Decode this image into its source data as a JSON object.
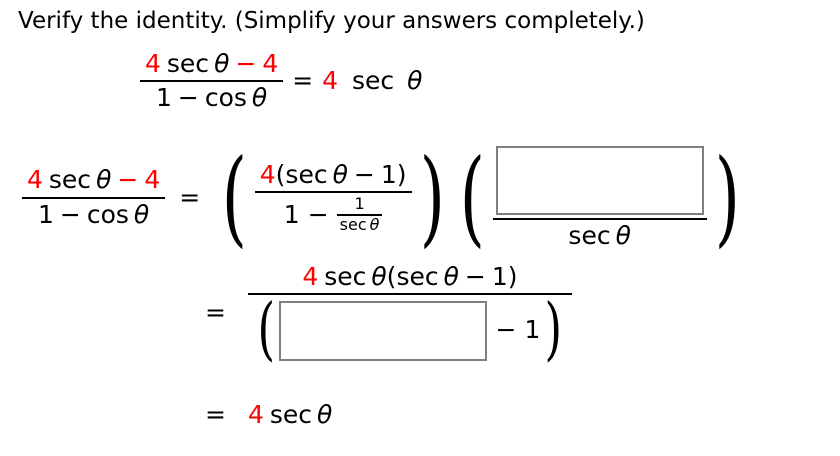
{
  "prompt": "Verify the identity. (Simplify your answers completely.)",
  "colors": {
    "highlight": "#ff0000",
    "text": "#000000",
    "input_border": "#808080",
    "background": "#ffffff"
  },
  "symbols": {
    "equals": "=",
    "minus": "−",
    "theta": "θ",
    "sec": "sec",
    "cos": "cos",
    "paren_open": "(",
    "paren_close": ")",
    "four": "4",
    "one": "1"
  },
  "line1": {
    "lhs": {
      "numerator": {
        "coef": "4",
        "func": "sec",
        "theta": "θ",
        "minus": "−",
        "term": "4"
      },
      "denominator": {
        "one": "1",
        "minus": "−",
        "func": "cos",
        "theta": "θ"
      }
    },
    "equals": "=",
    "rhs": {
      "coef": "4",
      "func": "sec",
      "theta": "θ"
    }
  },
  "line2": {
    "lhs": {
      "numerator": {
        "coef": "4",
        "func": "sec",
        "theta": "θ",
        "minus": "−",
        "term": "4"
      },
      "denominator": {
        "one": "1",
        "minus": "−",
        "func": "cos",
        "theta": "θ"
      }
    },
    "equals": "=",
    "factor1": {
      "paren_open": "(",
      "paren_close": ")",
      "numerator": {
        "coef": "4",
        "open": "(",
        "func": "sec",
        "theta": "θ",
        "minus": "−",
        "one": "1",
        "close": ")"
      },
      "denominator": {
        "one": "1",
        "minus": "−",
        "inner_numerator": "1",
        "inner_denominator": {
          "func": "sec",
          "theta": "θ"
        }
      }
    },
    "factor2": {
      "paren_open": "(",
      "paren_close": ")",
      "numerator_input": {
        "value": "",
        "placeholder": ""
      },
      "denominator": {
        "func": "sec",
        "theta": "θ"
      }
    }
  },
  "line3": {
    "equals": "=",
    "numerator": {
      "coef": "4",
      "func1": "sec",
      "theta1": "θ",
      "open": "(",
      "func2": "sec",
      "theta2": "θ",
      "minus": "−",
      "one": "1",
      "close": ")"
    },
    "denominator": {
      "paren_open": "(",
      "paren_close": ")",
      "input": {
        "value": "",
        "placeholder": ""
      },
      "minus": "−",
      "one": "1"
    }
  },
  "line4": {
    "equals": "=",
    "rhs": {
      "coef": "4",
      "func": "sec",
      "theta": "θ"
    }
  }
}
